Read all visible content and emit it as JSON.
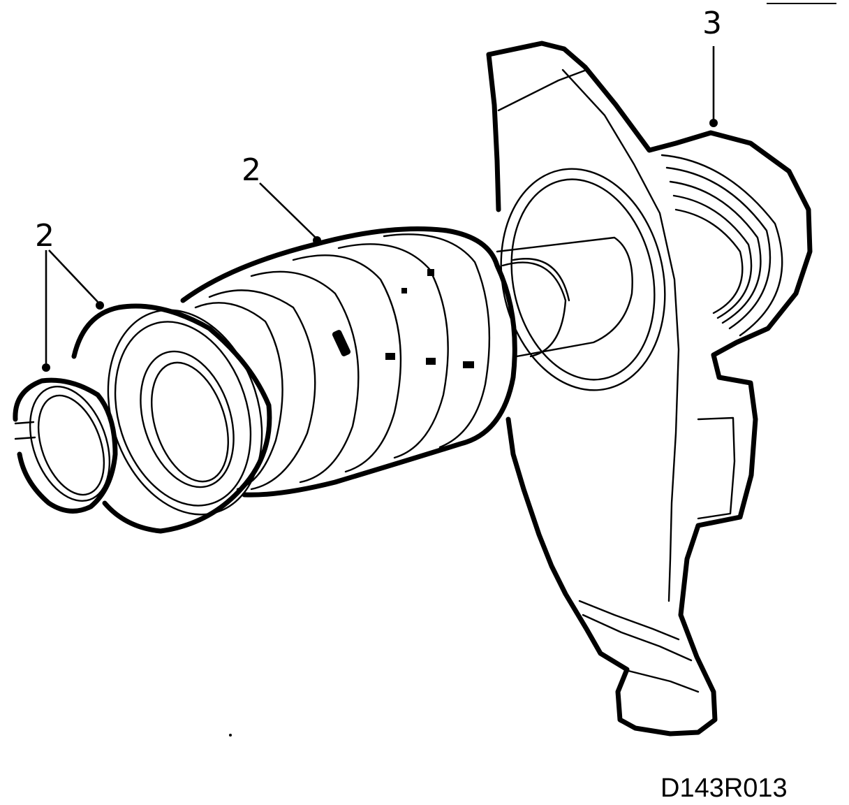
{
  "callouts": [
    {
      "id": "callout-2-top",
      "label": "2"
    },
    {
      "id": "callout-2-left",
      "label": "2"
    },
    {
      "id": "callout-3",
      "label": "3"
    }
  ],
  "figure_id": "D143R013",
  "colors": {
    "line": "#000000",
    "background": "#ffffff"
  }
}
